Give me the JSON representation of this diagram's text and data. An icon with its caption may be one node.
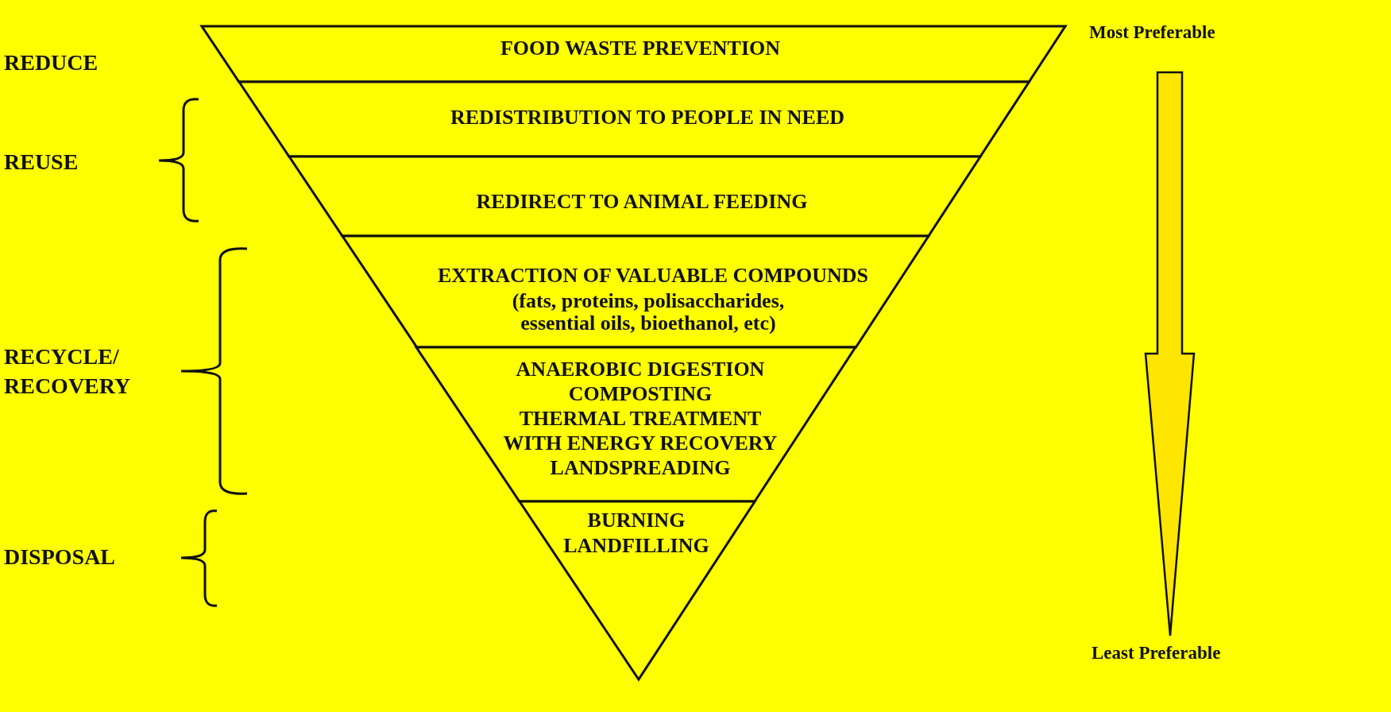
{
  "diagram": {
    "nodes": [
      {
        "text": [
          "FOOD WASTE PREVENTION"
        ]
      },
      {
        "text": [
          "REDISTRIBUTION TO PEOPLE IN NEED"
        ]
      },
      {
        "text": [
          "REDIRECT TO ANIMAL FEEDING"
        ]
      },
      {
        "text": [
          "EXTRACTION OF VALUABLE COMPOUNDS",
          "(fats, proteins, polisaccharides, essential oils, bioethanol, etc)"
        ]
      },
      {
        "text": [
          "ANAEROBIC DIGESTION",
          "COMPOSTING",
          "THERMAL TREATMENT WITH ENERGY RECOVERY",
          "LANDSPREADING"
        ]
      },
      {
        "text": [
          "BURNING",
          "LANDFILLING"
        ]
      }
    ],
    "labels": [
      "REDUCE",
      "REUSE",
      "RECYCLE/ RECOVERY",
      "DISPOSAL",
      "Most Preferable",
      "Least Preferable"
    ]
  }
}
